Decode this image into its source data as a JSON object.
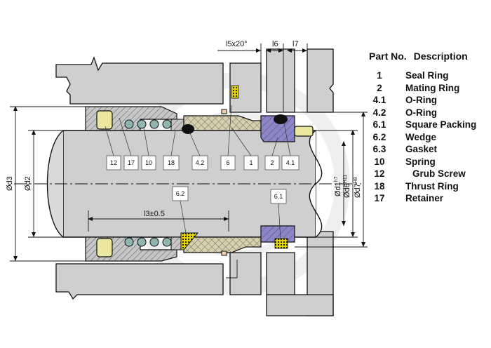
{
  "legend": {
    "header_part_no": "Part No.",
    "header_description": "Description",
    "parts": [
      {
        "no": "1",
        "desc": "Seal Ring"
      },
      {
        "no": "2",
        "desc": "Mating Ring"
      },
      {
        "no": "4.1",
        "desc": "O-Ring"
      },
      {
        "no": "4.2",
        "desc": "O-Ring"
      },
      {
        "no": "6.1",
        "desc": "Square Packing"
      },
      {
        "no": "6.2",
        "desc": "Wedge"
      },
      {
        "no": "6.3",
        "desc": "Gasket"
      },
      {
        "no": "10",
        "desc": "Spring"
      },
      {
        "no": "12",
        "desc": "Grub Screw"
      },
      {
        "no": "18",
        "desc": "Thrust Ring"
      },
      {
        "no": "17",
        "desc": "Retainer"
      }
    ]
  },
  "callouts": {
    "c12": "12",
    "c17": "17",
    "c10": "10",
    "c18": "18",
    "c42": "4.2",
    "c6": "6",
    "c1": "1",
    "c2": "2",
    "c41": "4.1",
    "c62": "6.2",
    "c61": "6.1"
  },
  "dimensions": {
    "l5": "l5x20°",
    "l6": "l6",
    "l7": "l7",
    "l3": "l3±0.5",
    "d3": "Ød3",
    "d2": "Ød2",
    "d1": "Ød1",
    "d1_tol": "h7",
    "d6": "Ød6",
    "d6_tol": "H11",
    "d7": "Ød7",
    "d7_tol": "H8"
  },
  "colors": {
    "housing_fill": "#cfcfcf",
    "retainer_fill": "#8a8a8a",
    "seal_ring_fill": "#d8cfae",
    "mating_ring_fill": "#8d86c8",
    "screw_fill": "#ece7a0",
    "spring_fill": "#8fb5b0",
    "gasket_fill": "#e8d800",
    "oring_fill": "#111111",
    "line": "#111111"
  }
}
